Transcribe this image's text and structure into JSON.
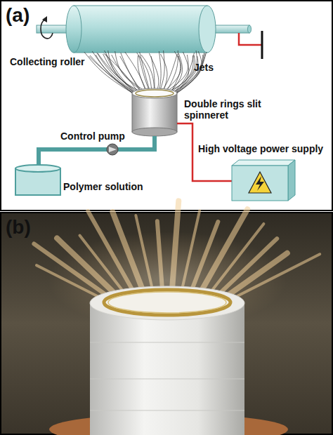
{
  "diagram": {
    "labels": [
      "(a)",
      "Collecting roller",
      "Jets",
      "Double rings slit spinneret",
      "Control pump",
      "High voltage power supply",
      "Polymer solution",
      "(b)"
    ]
  }
}
